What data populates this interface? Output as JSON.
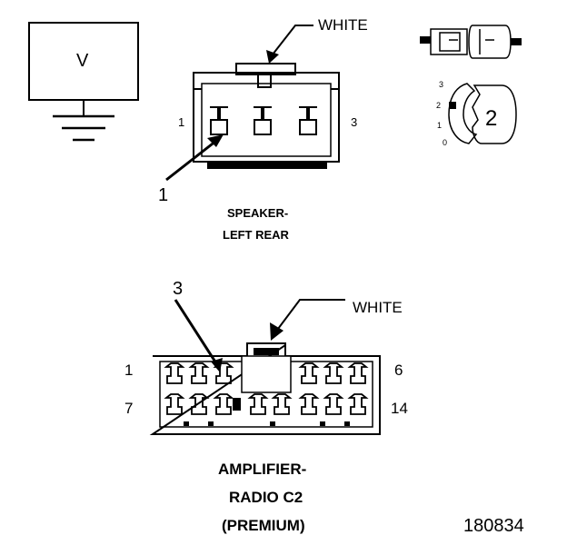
{
  "voltmeter": {
    "label": "V"
  },
  "speaker_connector": {
    "color_label": "WHITE",
    "pin_first": "1",
    "pin_last": "3",
    "callout": "1",
    "caption_line1": "SPEAKER-",
    "caption_line2": "LEFT REAR"
  },
  "probe_legend": {
    "dial_values": [
      "3",
      "2",
      "1",
      "0"
    ],
    "probe_number": "2"
  },
  "amplifier_connector": {
    "color_label": "WHITE",
    "callout": "3",
    "pin_top_left": "1",
    "pin_top_right": "6",
    "pin_bottom_left": "7",
    "pin_bottom_right": "14",
    "caption_line1": "AMPLIFIER-",
    "caption_line2": "RADIO C2",
    "caption_line3": "(PREMIUM)"
  },
  "figure_number": "180834"
}
